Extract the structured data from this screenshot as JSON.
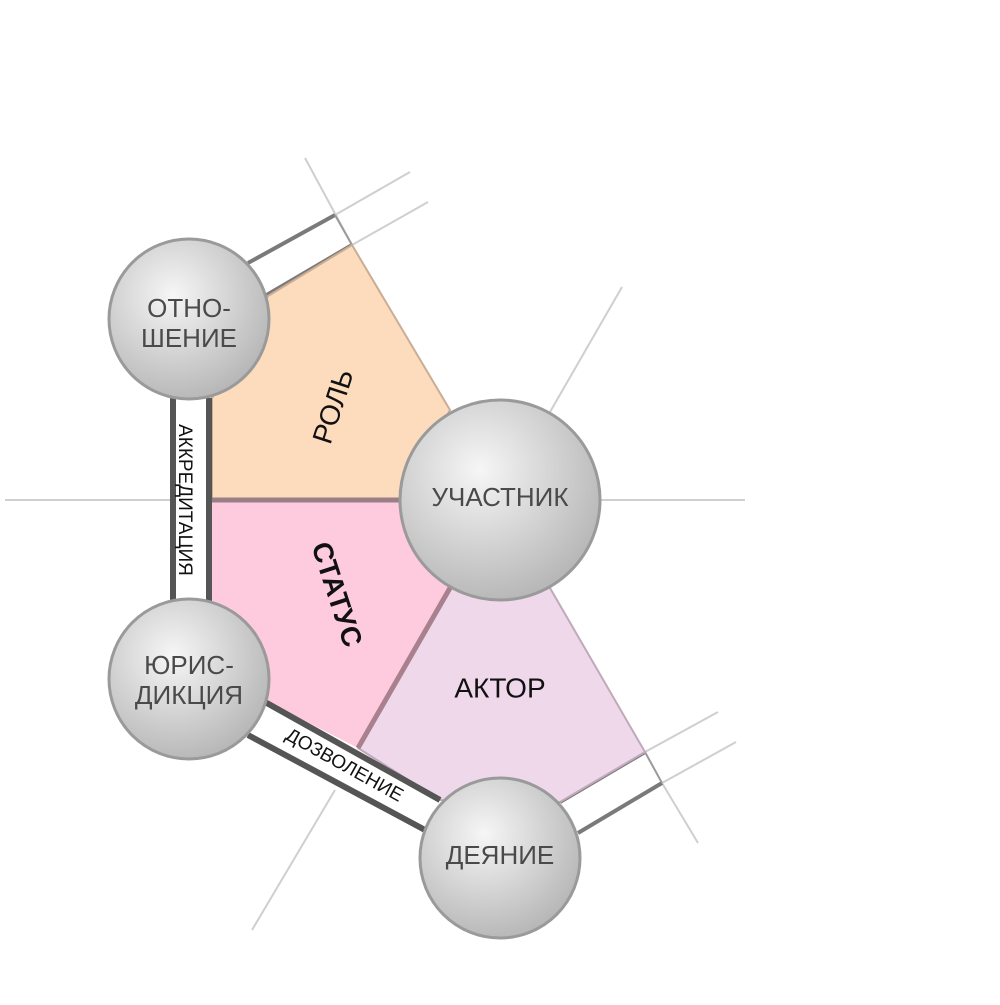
{
  "diagram": {
    "nodes": {
      "relation": {
        "line1": "ОТНО-",
        "line2": "ШЕНИЕ"
      },
      "participant": {
        "label": "УЧАСТНИК"
      },
      "jurisdiction": {
        "line1": "ЮРИС-",
        "line2": "ДИКЦИЯ"
      },
      "deed": {
        "label": "ДЕЯНИЕ"
      }
    },
    "regions": {
      "role": "РОЛЬ",
      "status": "СТАТУС",
      "actor": "АКТОР"
    },
    "bands": {
      "accreditation": "АККРЕДИТАЦИЯ",
      "permission": "ДОЗВОЛЕНИЕ"
    },
    "colors": {
      "role_fill": "#fddcbd",
      "status_fill": "#fecade",
      "actor_fill": "#eed8ea",
      "band_border": "#555555",
      "sphere_light": "#f6f6f6",
      "sphere_dark": "#b4b4b4"
    }
  }
}
